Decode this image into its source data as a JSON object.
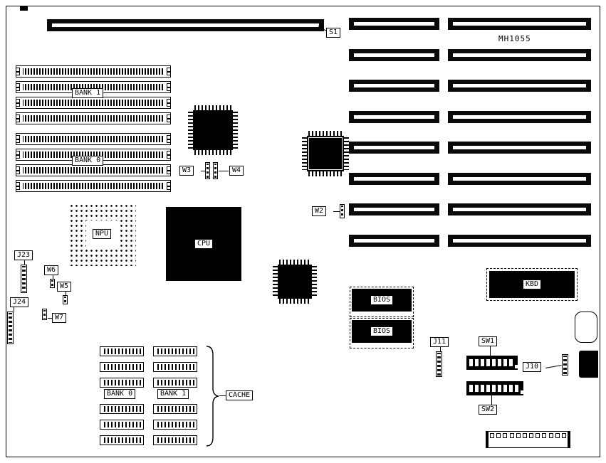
{
  "board": {
    "model": "MH1055"
  },
  "labels": {
    "model": "MH1055",
    "s1": "S1",
    "bank1": "BANK 1",
    "bank0": "BANK 0",
    "w2": "W2",
    "w3": "W3",
    "w4": "W4",
    "w5": "W5",
    "w6": "W6",
    "w7": "W7",
    "npu": "NPU",
    "cpu": "CPU",
    "bios": "BIOS",
    "kbd": "KBD",
    "j23": "J23",
    "j24": "J24",
    "j11": "J11",
    "j10": "J10",
    "sw1": "SW1",
    "sw2": "SW2",
    "cache_bank0": "BANK 0",
    "cache_bank1": "BANK 1",
    "cache": "CACHE"
  },
  "counts": {
    "expansion_slots_left_column": 8,
    "expansion_slots_right_column": 8,
    "simm_rows_bank1": 4,
    "simm_rows_bank0": 4,
    "cache_chips_left_column": 6,
    "cache_chips_right_column": 6,
    "sw1_segments": 8,
    "sw2_segments": 9,
    "bottom_connector_pins": 12
  },
  "colors": {
    "ink": "#000000",
    "paper": "#ffffff"
  }
}
